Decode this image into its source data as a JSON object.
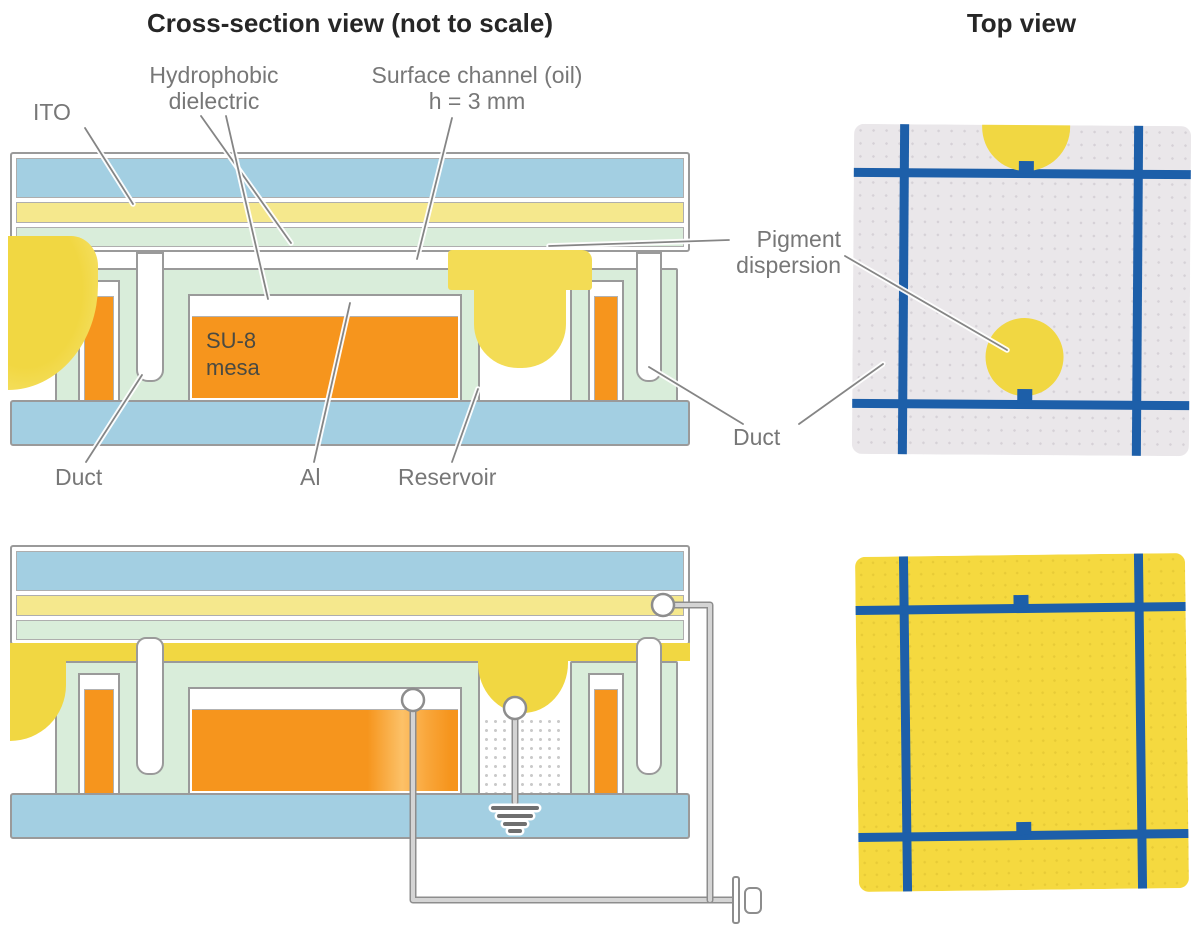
{
  "titles": {
    "cross_section": "Cross-section view (not to scale)",
    "top_view": "Top view"
  },
  "labels": {
    "ito": "ITO",
    "hydrophobic_line1": "Hydrophobic",
    "hydrophobic_line2": "dielectric",
    "surface_channel_line1": "Surface channel (oil)",
    "surface_channel_line2": "h = 3 mm",
    "duct_left": "Duct",
    "al": "Al",
    "reservoir": "Reservoir",
    "pigment_line1": "Pigment",
    "pigment_line2": "dispersion",
    "duct_right": "Duct",
    "su8_line1": "SU-8",
    "su8_line2": "mesa"
  },
  "colors": {
    "glass_blue": "#a3cfe2",
    "ito_yellow": "#f5e88d",
    "dielectric_green": "#d9edda",
    "su8_orange": "#f6951d",
    "pigment_yellow": "#f1d742",
    "pigment_bright": "#f3dc55",
    "topview1_bg": "#eae7ea",
    "topview2_bg": "#f5d93f",
    "grid_blue": "#1d5fa9",
    "outline_gray": "#9a9a9a",
    "label_gray": "#777777",
    "title_dark": "#262626",
    "su8_text": "#4a4a42"
  }
}
